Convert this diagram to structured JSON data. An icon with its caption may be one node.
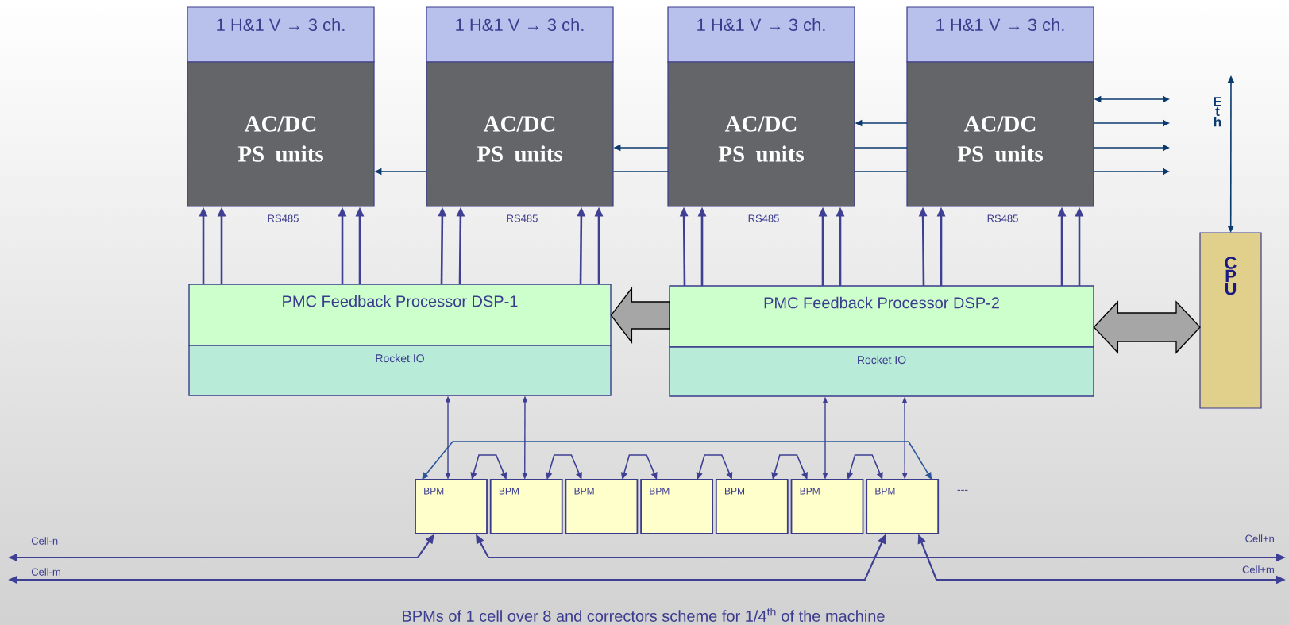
{
  "diagram": {
    "caption": "BPMs of 1 cell over 8 and correctors scheme for 1/4$^{th}$ of the machine",
    "nodes": [
      {
        "text": [
          "1 H&1 V → 3 ch.",
          "AC/DC PS units"
        ],
        "beside": [
          "RS485"
        ]
      },
      {
        "text": [
          "1 H&1 V → 3 ch.",
          "AC/DC PS units"
        ],
        "beside": [
          "RS485"
        ]
      },
      {
        "text": [
          "1 H&1 V → 3 ch.",
          "AC/DC PS units"
        ],
        "beside": [
          "RS485"
        ]
      },
      {
        "text": [
          "1 H&1 V → 3 ch.",
          "AC/DC PS units"
        ],
        "beside": [
          "RS485"
        ]
      },
      {
        "text": [
          "PMC Feedback Processor DSP-1",
          "Rocket IO"
        ]
      },
      {
        "text": [
          "PMC Feedback Processor DSP-2",
          "Rocket IO"
        ]
      },
      {
        "text": [
          "C P U"
        ]
      },
      {
        "text": [
          "BPM"
        ]
      },
      {
        "text": [
          "BPM"
        ]
      },
      {
        "text": [
          "BPM"
        ]
      },
      {
        "text": [
          "BPM"
        ]
      },
      {
        "text": [
          "BPM"
        ]
      },
      {
        "text": [
          "BPM"
        ]
      },
      {
        "text": [
          "BPM"
        ]
      }
    ],
    "edges": [
      {
        "from": 3,
        "to": 2,
        "arrow": "to",
        "color": "#0b3a6e"
      },
      {
        "from": 3,
        "to": 2,
        "arrow": "none",
        "color": "#0b3a6e"
      },
      {
        "from": 2,
        "to": 1,
        "arrow": "to",
        "color": "#0b3a6e"
      },
      {
        "from": 3,
        "to": 2,
        "arrow": "none",
        "color": "#0b3a6e"
      },
      {
        "from": 2,
        "to": 1,
        "arrow": "none",
        "color": "#0b3a6e"
      },
      {
        "from": 1,
        "to": 0,
        "arrow": "to",
        "color": "#0b3a6e"
      },
      {
        "from": 3,
        "to": null,
        "arrow": "both",
        "color": "#0b3a6e"
      },
      {
        "from": 3,
        "to": null,
        "arrow": "to",
        "color": "#0b3a6e"
      },
      {
        "from": 3,
        "to": null,
        "arrow": "to",
        "color": "#0b3a6e"
      },
      {
        "from": 3,
        "to": null,
        "arrow": "to",
        "color": "#0b3a6e"
      },
      {
        "from": null,
        "to": 6,
        "arrow": "both",
        "label": "E t h",
        "color": "#0b3a6e"
      },
      {
        "from": 4,
        "to": 0,
        "arrow": "to"
      },
      {
        "from": 4,
        "to": 0,
        "arrow": "to"
      },
      {
        "from": 4,
        "to": 0,
        "arrow": "to"
      },
      {
        "from": 4,
        "to": 0,
        "arrow": "to"
      },
      {
        "from": 4,
        "to": 1,
        "arrow": "to"
      },
      {
        "from": 4,
        "to": 1,
        "arrow": "to"
      },
      {
        "from": 4,
        "to": 1,
        "arrow": "to"
      },
      {
        "from": 4,
        "to": 1,
        "arrow": "to"
      },
      {
        "from": 5,
        "to": 2,
        "arrow": "to"
      },
      {
        "from": 5,
        "to": 2,
        "arrow": "to"
      },
      {
        "from": 5,
        "to": 2,
        "arrow": "to"
      },
      {
        "from": 5,
        "to": 2,
        "arrow": "to"
      },
      {
        "from": 5,
        "to": 3,
        "arrow": "to"
      },
      {
        "from": 5,
        "to": 3,
        "arrow": "to"
      },
      {
        "from": 5,
        "to": 3,
        "arrow": "to"
      },
      {
        "from": 5,
        "to": 3,
        "arrow": "to"
      },
      {
        "from": 5,
        "to": 4,
        "arrow": "to",
        "style": "thick"
      },
      {
        "from": 5,
        "to": 6,
        "arrow": "both",
        "style": "thick"
      },
      {
        "from": 4,
        "to": 7,
        "arrow": "both"
      },
      {
        "from": 4,
        "to": 8,
        "arrow": "both"
      },
      {
        "from": 5,
        "to": 12,
        "arrow": "both"
      },
      {
        "from": 5,
        "to": 13,
        "arrow": "both"
      },
      {
        "from": 7,
        "to": 13,
        "arrow": "both",
        "color": "#2a5599"
      },
      {
        "from": 7,
        "to": 8,
        "arrow": "both"
      },
      {
        "from": 8,
        "to": 9,
        "arrow": "both"
      },
      {
        "from": 9,
        "to": 10,
        "arrow": "both"
      },
      {
        "from": 10,
        "to": 11,
        "arrow": "both"
      },
      {
        "from": 11,
        "to": 12,
        "arrow": "both"
      },
      {
        "from": 12,
        "to": 13,
        "arrow": "both"
      },
      {
        "from": null,
        "to": 7,
        "arrow": "both",
        "label": "Cell-n"
      },
      {
        "from": 7,
        "to": null,
        "arrow": "both",
        "label": "Cell+n"
      },
      {
        "from": null,
        "to": 13,
        "arrow": "both",
        "label": "Cell-m"
      },
      {
        "from": 13,
        "to": null,
        "arrow": "both",
        "label": "Cell+m"
      }
    ],
    "labels": [
      "---"
    ]
  }
}
